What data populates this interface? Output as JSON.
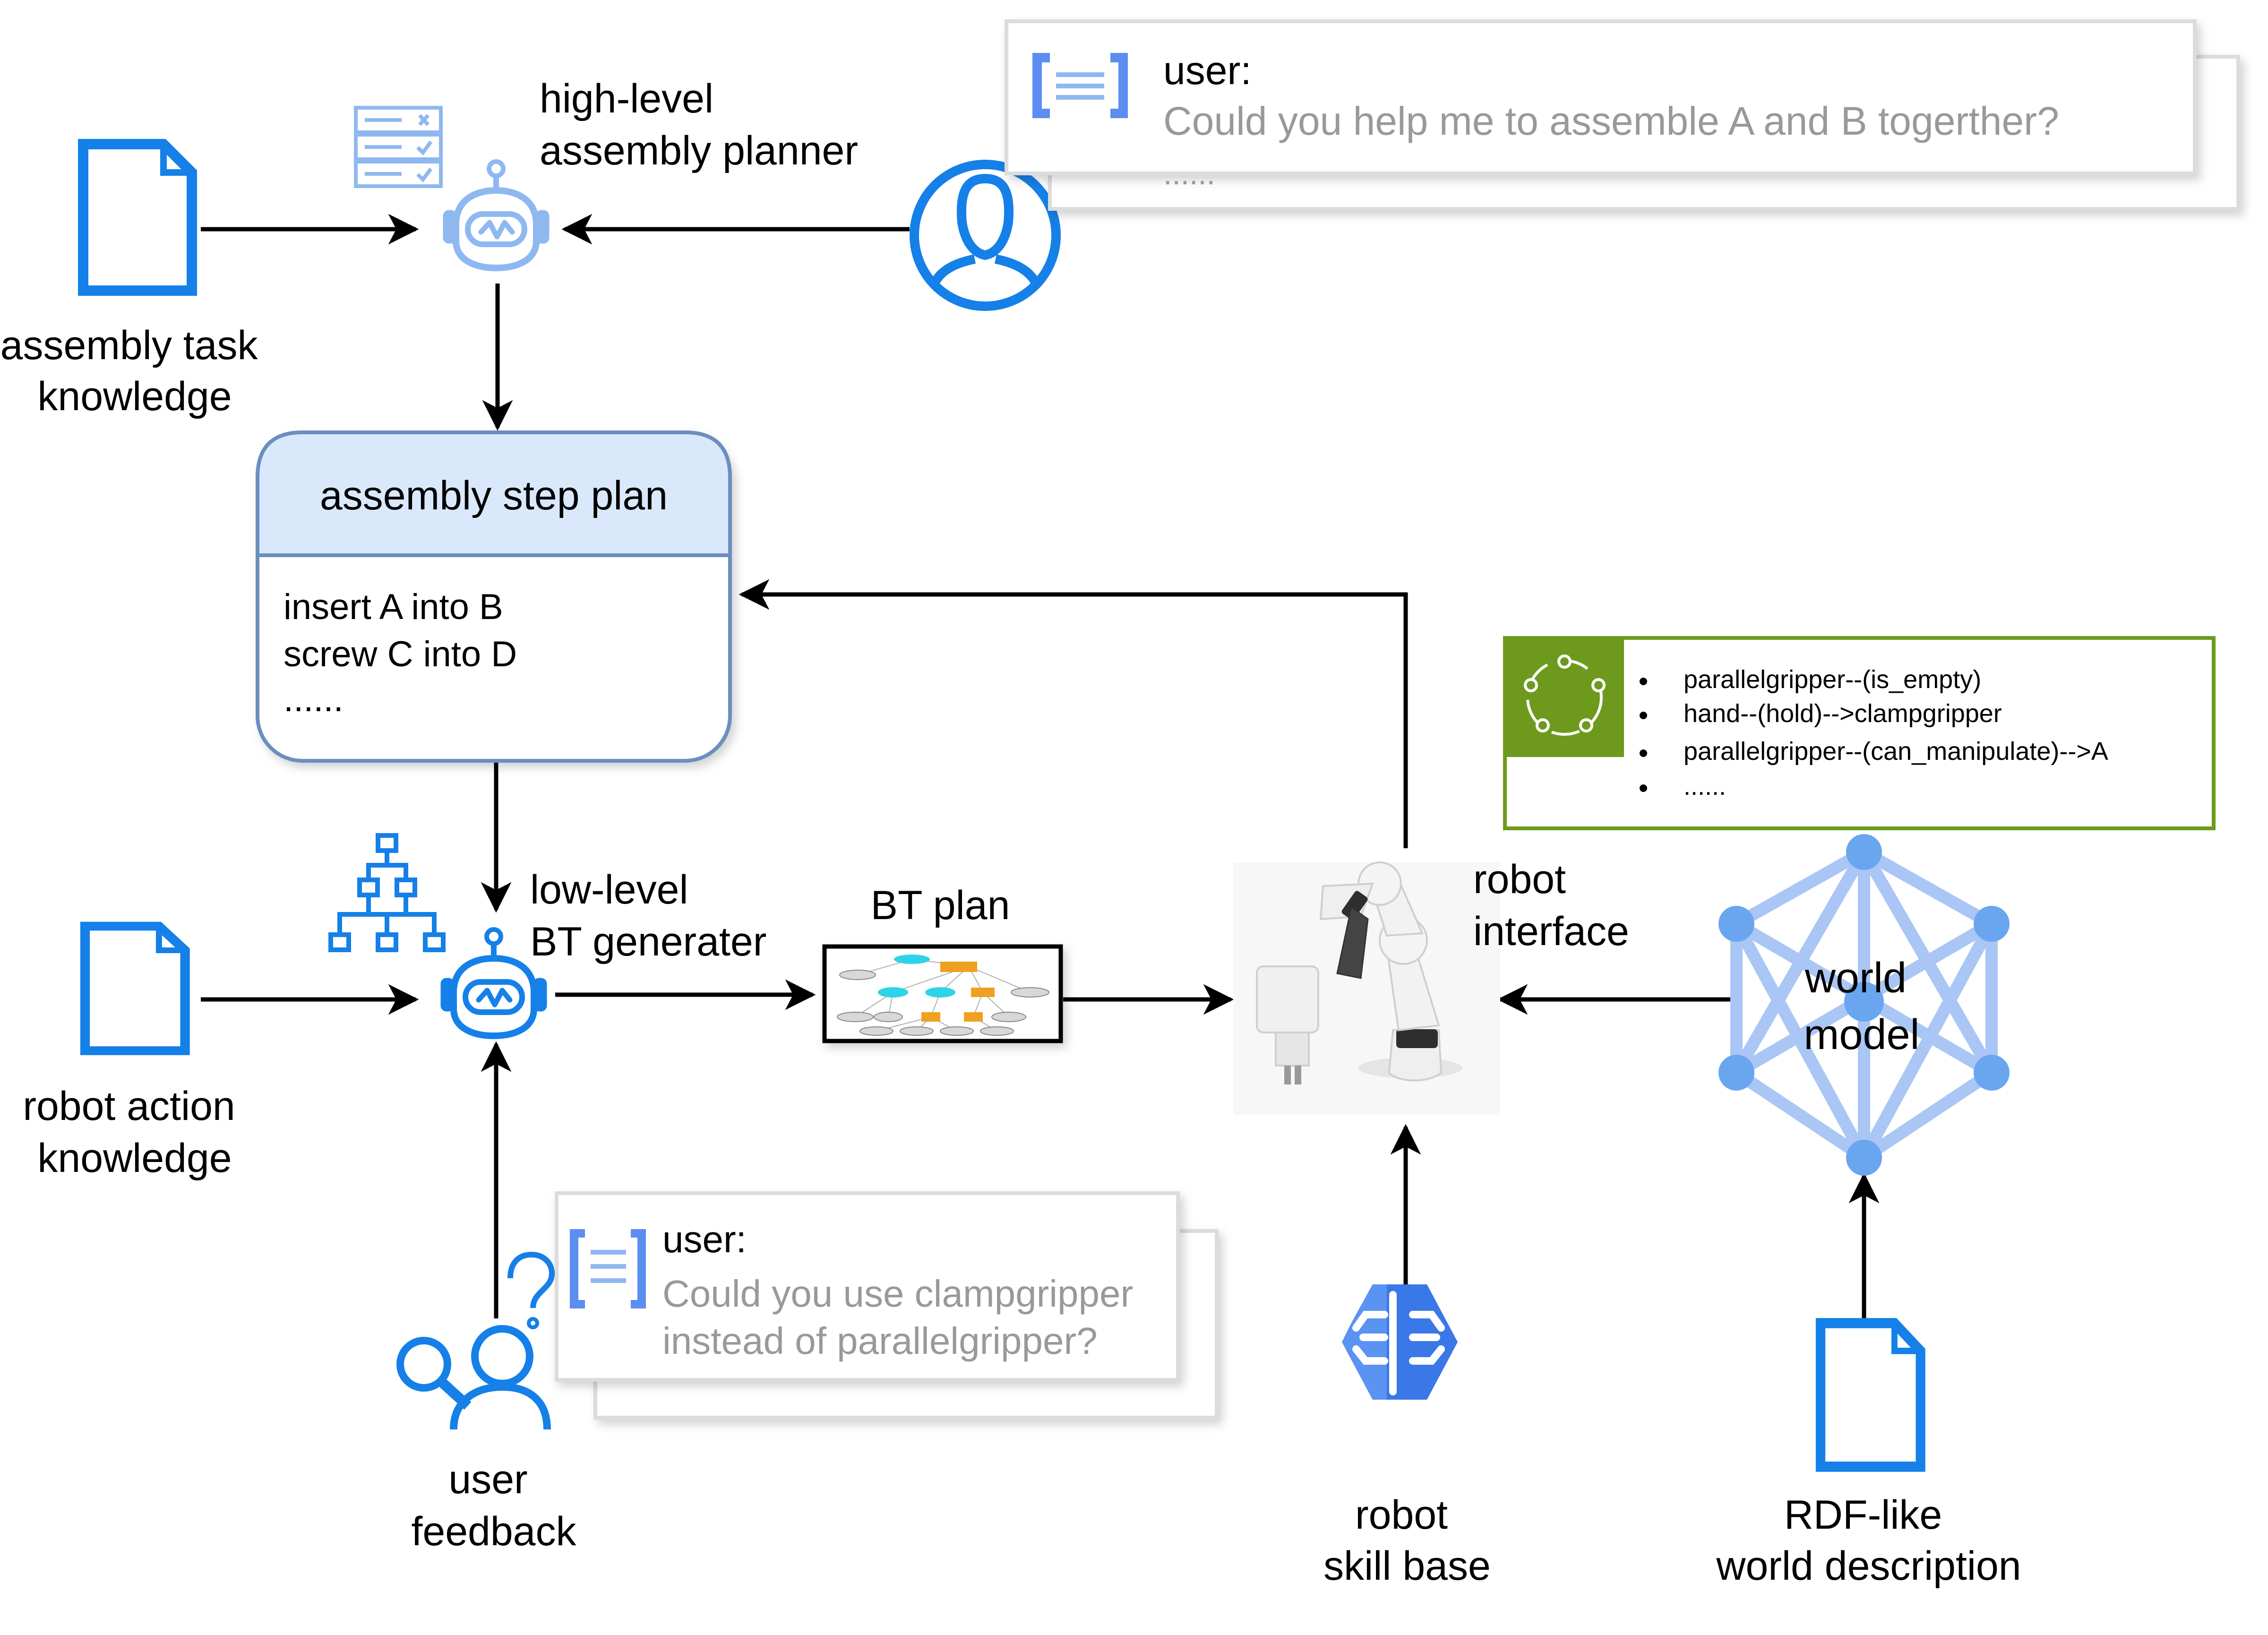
{
  "chat_top": {
    "speaker": "user:",
    "message": "Could you help me to assemble A and B togerther?",
    "ellipsis": "......"
  },
  "chat_bottom": {
    "speaker": "user:",
    "message_line1": "Could you use clampgripper",
    "message_line2": "instead of parallelgripper?"
  },
  "labels": {
    "high_level_line1": "high-level",
    "high_level_line2": "assembly planner",
    "assembly_task_line1": "assembly task",
    "assembly_task_line2": "knowledge",
    "low_level_line1": "low-level",
    "low_level_line2": "BT generater",
    "robot_action_line1": "robot action",
    "robot_action_line2": "knowledge",
    "bt_plan": "BT plan",
    "robot_interface_line1": "robot",
    "robot_interface_line2": "interface",
    "user_feedback_line1": "user",
    "user_feedback_line2": "feedback",
    "skill_base_line1": "robot",
    "skill_base_line2": "skill base",
    "rdf_line1": "RDF-like",
    "rdf_line2": "world description",
    "world_model_line1": "world",
    "world_model_line2": "model"
  },
  "step_plan": {
    "title": "assembly step plan",
    "items": [
      "insert A into B",
      "screw C into D",
      "......"
    ]
  },
  "world_facts": {
    "items": [
      "parallelgripper--(is_empty)",
      "hand--(hold)-->clampgripper",
      "parallelgripper--(can_manipulate)-->A",
      "......"
    ]
  },
  "colors": {
    "icon_blue": "#1580e8",
    "light_blue": "#8fb8f0",
    "header_fill": "#dae8fc",
    "header_stroke": "#6c8ebf",
    "world_model_blue": "#a9c6f5",
    "world_model_node": "#6aa5ef",
    "facts_green": "#6d9a1c",
    "chat_gray_text": "#999999"
  },
  "icons": {
    "document": "document-icon",
    "user": "user-circle-icon",
    "robot": "robot-icon",
    "checklist": "checklist-icon",
    "hierarchy": "hierarchy-icon",
    "chat": "chat-icon",
    "feedback": "user-search-icon",
    "brain": "brain-icon",
    "graph": "graph-icon"
  }
}
